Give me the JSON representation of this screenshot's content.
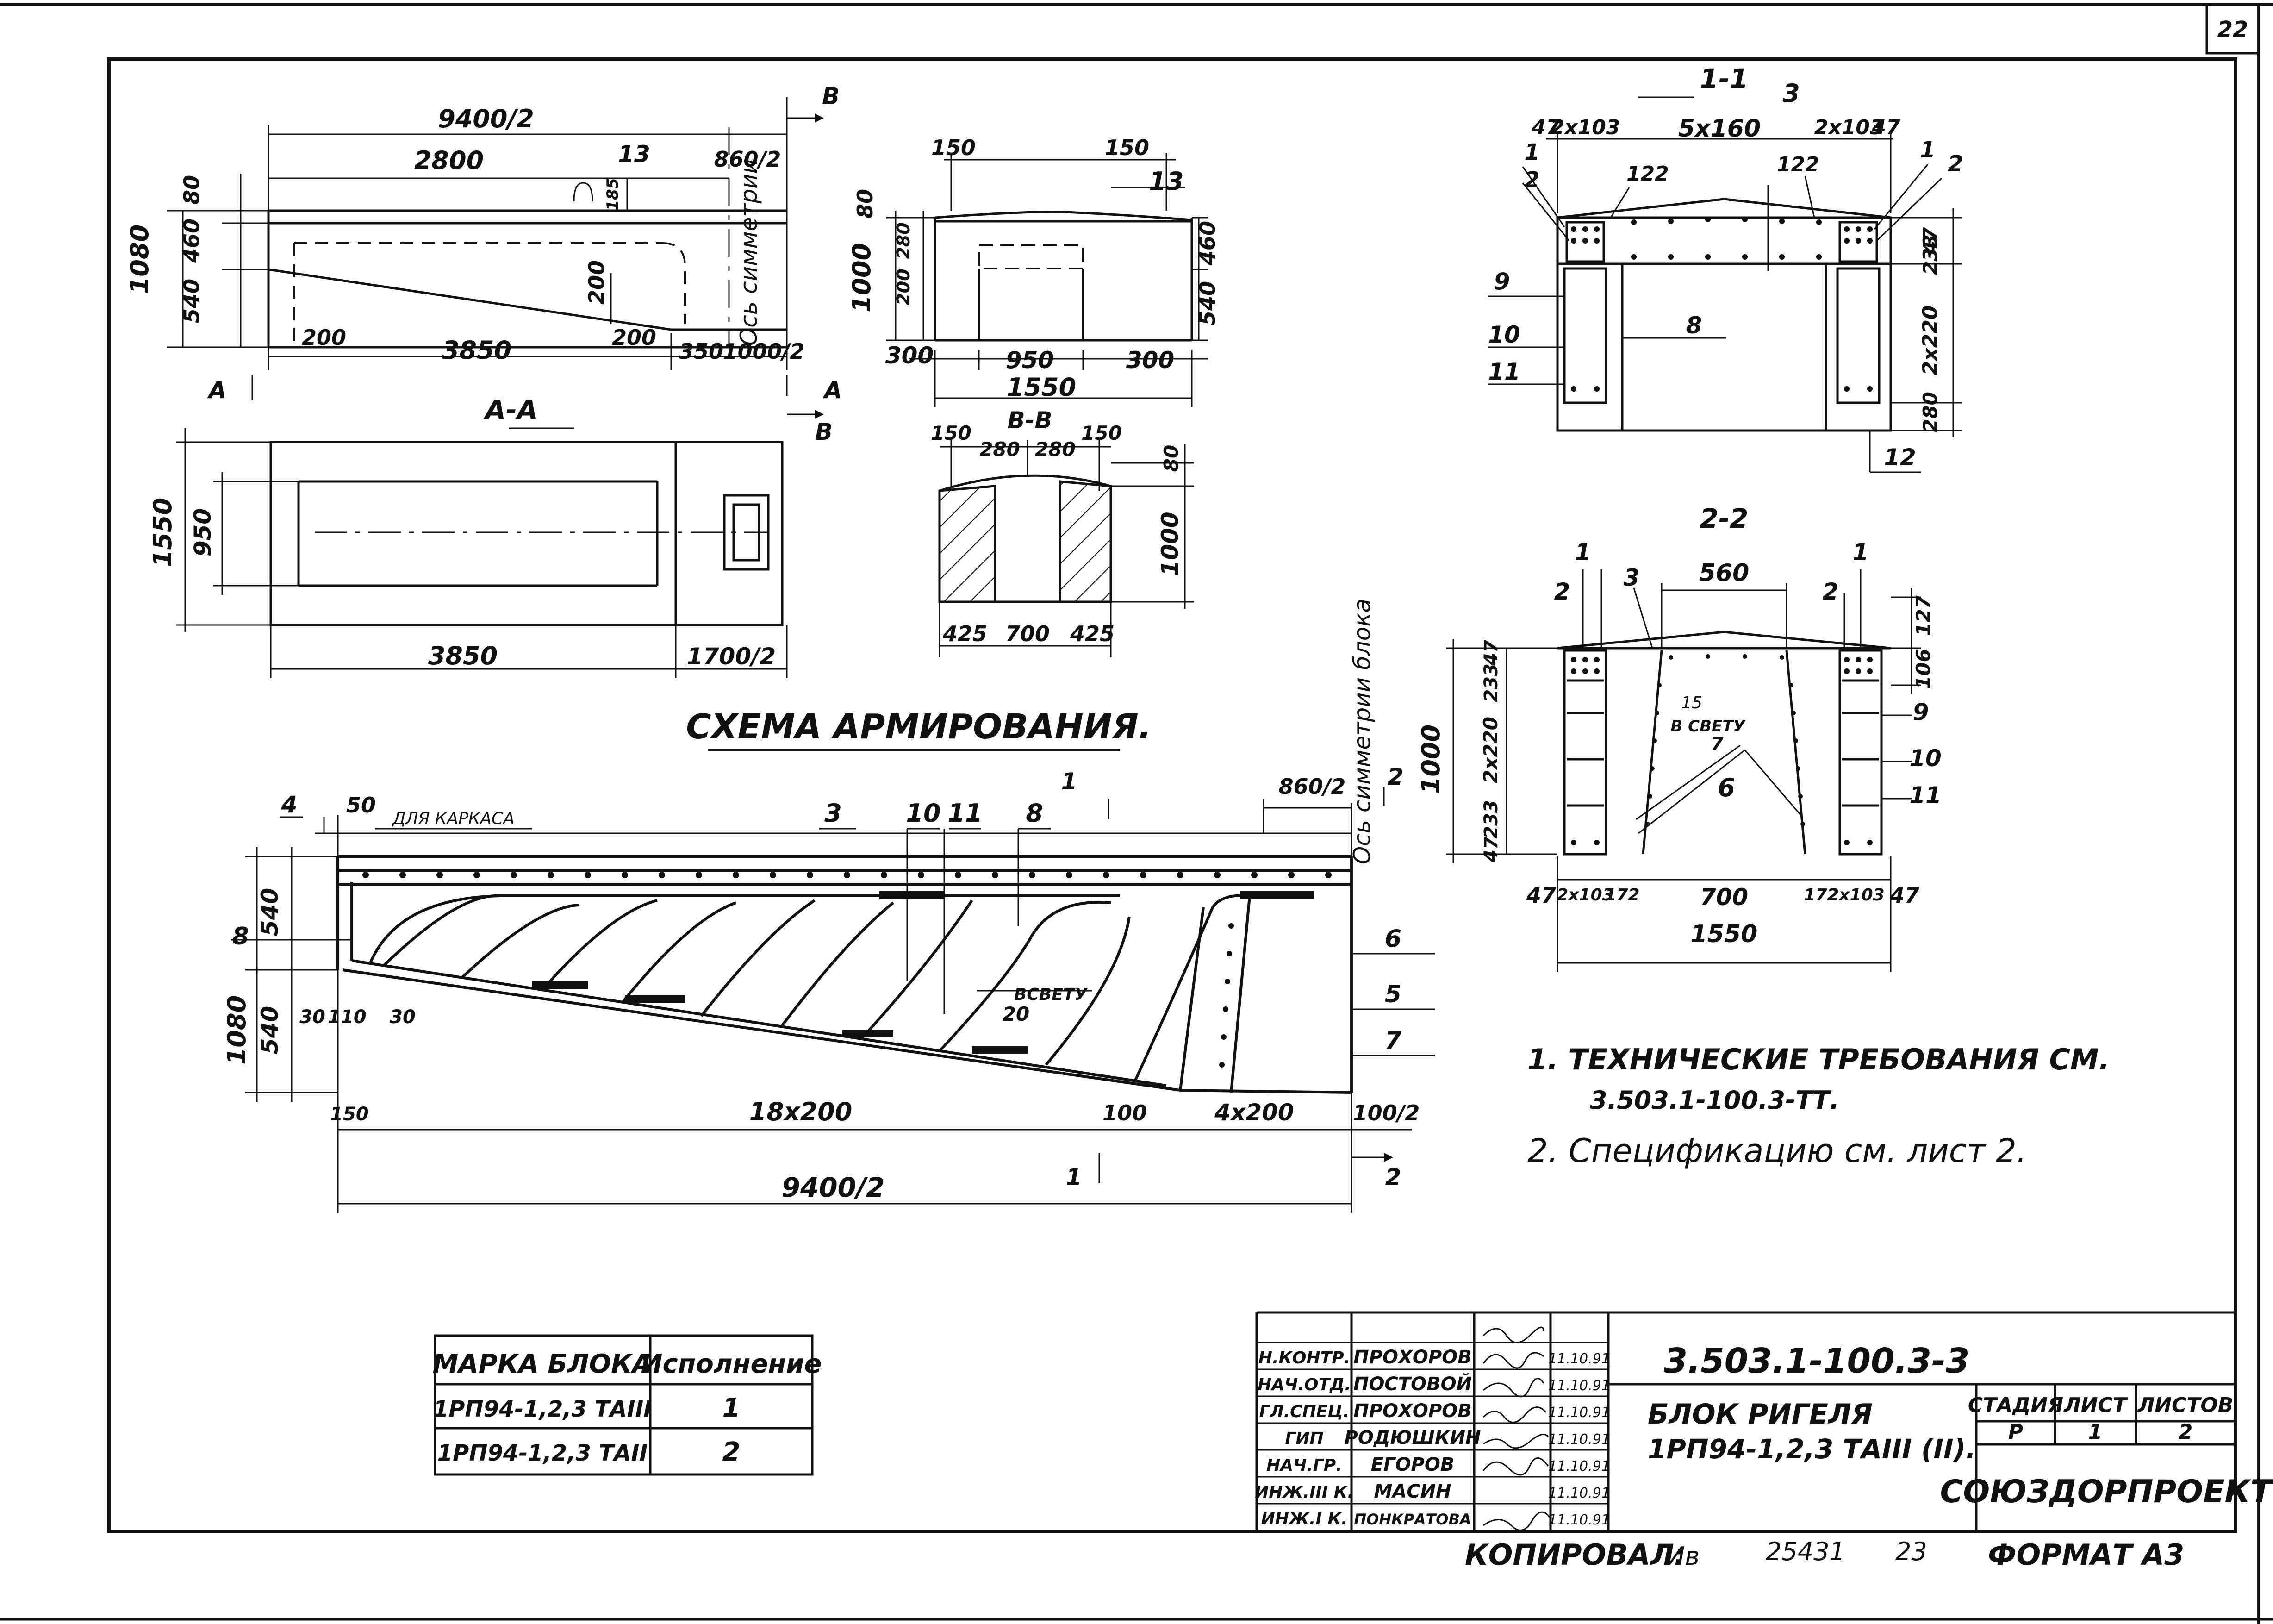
{
  "sheet_number": "22",
  "views": {
    "elevation": {
      "total": "9400/2",
      "part_a": "2800",
      "part_b": "860/2",
      "mark_13": "13",
      "mark_185": "185",
      "h_total": "1080",
      "h_80": "80",
      "h_460": "460",
      "h_540": "540",
      "h_200": "200",
      "b_200a": "200",
      "b_3850": "3850",
      "b_200b": "200",
      "b_350": "350",
      "b_1000": "1000/2",
      "axis_label": "Ось симметрии",
      "cut_a": "A",
      "cut_b": "B"
    },
    "section_bb_top": {
      "d150a": "150",
      "d150b": "150",
      "mark_13": "13",
      "h80": "80",
      "h1000": "1000",
      "h200": "200",
      "h280": "280",
      "h460": "460",
      "h540": "540",
      "w300a": "300",
      "w950": "950",
      "w300b": "300",
      "w1550": "1550"
    },
    "section_aa": {
      "title": "A-A",
      "h1550": "1550",
      "h950": "950",
      "w3850": "3850",
      "w1700": "1700/2"
    },
    "section_bb": {
      "title": "B-B",
      "d150a": "150",
      "d280a": "280",
      "d280b": "280",
      "d150b": "150",
      "h80": "80",
      "h1000": "1000",
      "w425a": "425",
      "w700": "700",
      "w425b": "425"
    },
    "section_11": {
      "title": "1-1",
      "mark_3": "3",
      "d47a": "47",
      "d2x103a": "2x103",
      "d5x160": "5x160",
      "d2x103b": "2x103",
      "d47b": "47",
      "m1a": "1",
      "m2a": "2",
      "m122a": "122",
      "m122b": "122",
      "m1b": "1",
      "m2b": "2",
      "m9": "9",
      "m10": "10",
      "m11": "11",
      "m8": "8",
      "m12": "12",
      "h47": "47",
      "h233": "233",
      "h2x220": "2x220",
      "h280": "280"
    },
    "section_22": {
      "title": "2-2",
      "m1a": "1",
      "m2a": "2",
      "m3": "3",
      "d560": "560",
      "m1b": "1",
      "m2b": "2",
      "m15": "15",
      "v_svetu": "В СВЕТУ",
      "m7": "7",
      "m6": "6",
      "m9": "9",
      "m10": "10",
      "m11": "11",
      "h1000": "1000",
      "h127": "127",
      "h106": "106",
      "h233a": "233",
      "h47a": "47",
      "h2x220": "2x220",
      "h233b": "233",
      "h47b": "47",
      "w47a": "47",
      "w2x103a": "2x103",
      "w172a": "172",
      "w700": "700",
      "w172b": "172",
      "w2x103b": "2x103",
      "w47b": "47",
      "w1550": "1550"
    },
    "reinforcement": {
      "title": "СХЕМА АРМИРОВАНИЯ.",
      "axis_label": "Ось симметрии блока",
      "m4": "4",
      "d50": "50",
      "karkas": "ДЛЯ КАРКАСА",
      "m3": "3",
      "m10": "10",
      "m11": "11",
      "m8": "8",
      "cut1": "1",
      "d860": "860/2",
      "cut2": "2",
      "m8_left": "8",
      "h540a": "540",
      "h1080": "1080",
      "h540b": "540",
      "d30a": "30",
      "d110": "110",
      "d30b": "30",
      "m6": "6",
      "m5": "5",
      "m7": "7",
      "v_svetu": "ВСВЕТУ",
      "d20": "20",
      "d150": "150",
      "d18x200": "18x200",
      "d100": "100",
      "d4x200": "4x200",
      "d100_2": "100/2",
      "total": "9400/2"
    }
  },
  "notes": [
    "1. ТЕХНИЧЕСКИЕ ТРЕБОВАНИЯ СМ.",
    "3.503.1-100.3-ТТ.",
    "2. Спецификацию см. лист 2."
  ],
  "marks_table": {
    "headers": [
      "МАРКА БЛОКА",
      "Исполнение"
    ],
    "rows": [
      [
        "1РП94-1,2,3 ТАIII",
        "1"
      ],
      [
        "1РП94-1,2,3 ТАII",
        "2"
      ]
    ]
  },
  "title_block": {
    "doc_code": "3.503.1-100.3-3",
    "item_name_1": "БЛОК РИГЕЛЯ",
    "item_name_2": "1РП94-1,2,3 ТАIII (II).",
    "stage_header": "СТАДИЯ",
    "sheet_header": "ЛИСТ",
    "sheets_header": "ЛИСТОВ",
    "stage": "Р",
    "sheet": "1",
    "sheets": "2",
    "org": "СОЮЗДОРПРОЕКТ",
    "signers": [
      {
        "role": "Н.КОНТР.",
        "name": "ПРОХОРОВ",
        "date": "11.10.91"
      },
      {
        "role": "НАЧ.ОТД.",
        "name": "ПОСТОВОЙ",
        "date": "11.10.91"
      },
      {
        "role": "ГЛ.СПЕЦ.",
        "name": "ПРОХОРОВ",
        "date": "11.10.91"
      },
      {
        "role": "ГИП",
        "name": "РОДЮШКИН",
        "date": "11.10.91"
      },
      {
        "role": "НАЧ.ГР.",
        "name": "ЕГОРОВ",
        "date": "11.10.91"
      },
      {
        "role": "ИНЖ.III К.",
        "name": "МАСИН",
        "date": "11.10.91"
      },
      {
        "role": "ИНЖ.I К.",
        "name": "ПОНКРАТОВА",
        "date": "11.10.91"
      }
    ]
  },
  "footer": {
    "copied": "КОПИРОВАЛ:",
    "copied_sign": "Ив",
    "order": "25431",
    "num": "23",
    "format": "ФОРМАТ А3"
  }
}
